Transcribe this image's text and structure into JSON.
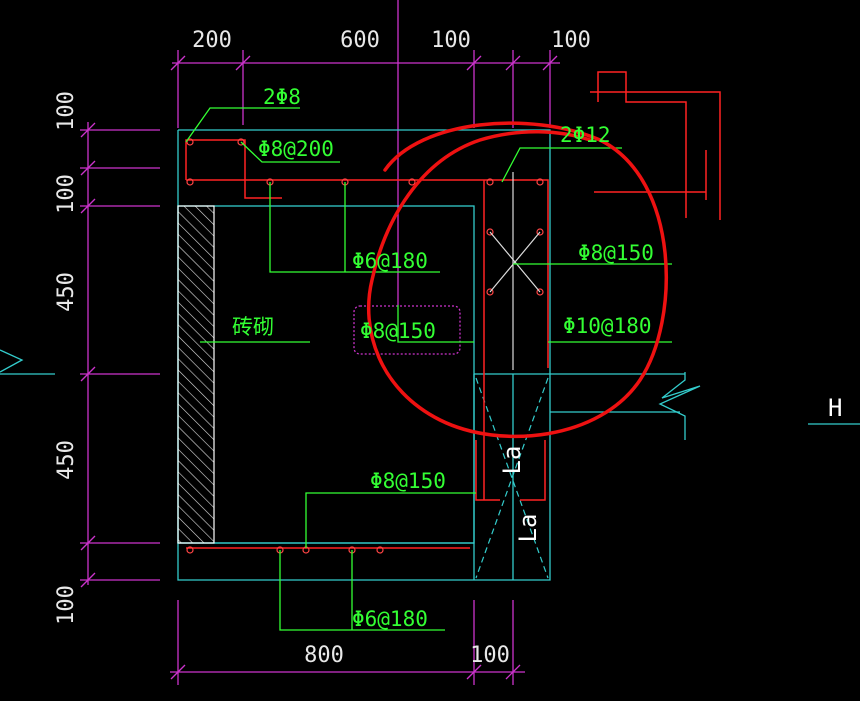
{
  "dimensions": {
    "top": [
      "200",
      "600",
      "100",
      "100"
    ],
    "left": [
      "100",
      "100",
      "450",
      "450",
      "100"
    ],
    "bottom": [
      "800",
      "100"
    ]
  },
  "labels": {
    "top_bars": "2Φ8",
    "top_stirrup": "Φ8@200",
    "corner_bars": "2Φ12",
    "slab_top": "Φ6@180",
    "right_upper": "Φ8@150",
    "highlighted": "Φ8@150",
    "brick": "砖砌",
    "right_mid": "Φ10@180",
    "lower": "Φ8@150",
    "bottom": "Φ6@180",
    "la_upper": "La",
    "la_lower": "La",
    "grid_h": "H"
  },
  "colors": {
    "background": "#000000",
    "dimension_lines": "#cc33cc",
    "outline": "#33cccc",
    "rebar": "#ff2222",
    "text": "#33ff33",
    "annotation_circle": "#ee1111"
  }
}
